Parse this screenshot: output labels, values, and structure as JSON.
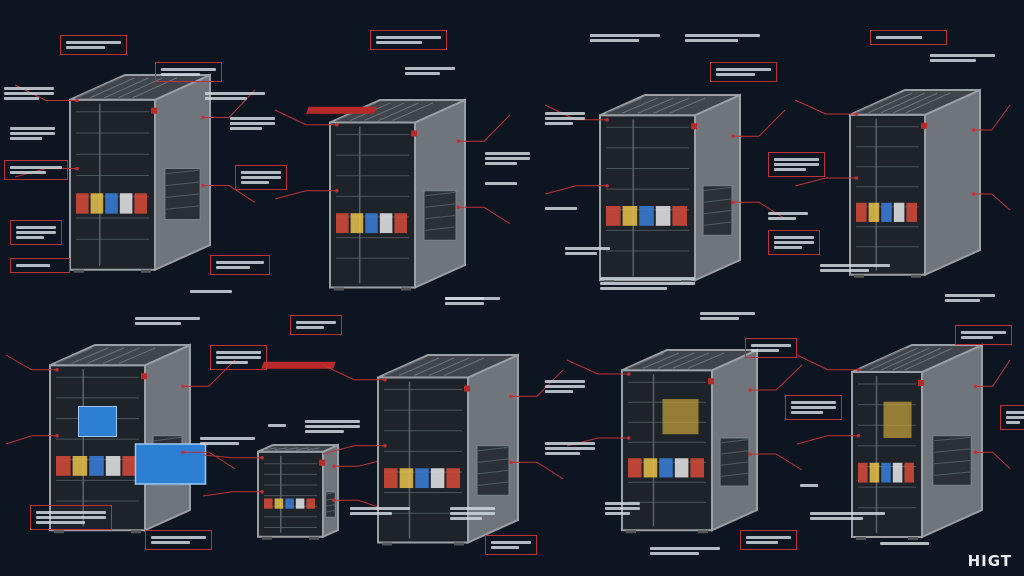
{
  "watermark": {
    "text": "HIGT"
  },
  "colors": {
    "background": "#0d1620",
    "case_light": "#9aa0a6",
    "case_mid": "#6f757b",
    "case_dark": "#3f454b",
    "interior": "#1d2329",
    "leader_line": "#c0303a",
    "label_text": "#cfd6de",
    "accent_red": "#b82a2a",
    "accent_blue": "#2d7fd3"
  },
  "diagrams": [
    {
      "id": "tower-1",
      "variant": "tall",
      "feature": "psu-fan"
    },
    {
      "id": "tower-2",
      "variant": "tall",
      "feature": "top-bracket"
    },
    {
      "id": "tower-3",
      "variant": "tall",
      "feature": "side-grille"
    },
    {
      "id": "tower-4",
      "variant": "open-frame",
      "feature": "rack"
    },
    {
      "id": "tower-5",
      "variant": "tall",
      "feature": "blue-drive-tray"
    },
    {
      "id": "tower-6",
      "variant": "cube",
      "feature": "fan-grid"
    },
    {
      "id": "tower-7",
      "variant": "tall",
      "feature": "top-fan"
    },
    {
      "id": "tower-8",
      "variant": "tall",
      "feature": "gpu-bay"
    },
    {
      "id": "tower-9",
      "variant": "tall",
      "feature": "screen-panel"
    }
  ]
}
